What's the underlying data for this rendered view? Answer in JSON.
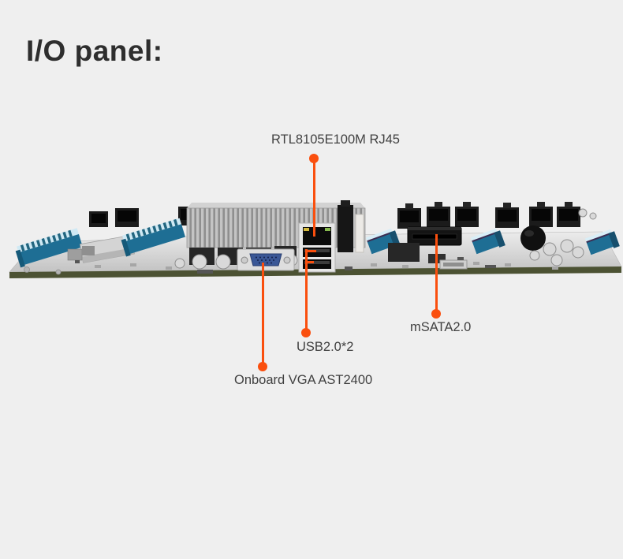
{
  "theme": {
    "background": "#efefef",
    "accent": "#fa4f0e",
    "title_color": "#2e2e2e",
    "label_color": "#414141",
    "pcb_edge_color": "#4c5233",
    "slot_blue": "#1e6e94"
  },
  "title": "I/O panel:",
  "callouts": {
    "rj45": {
      "label": "RTL8105E100M RJ45"
    },
    "usb": {
      "label": "USB2.0*2"
    },
    "vga": {
      "label": "Onboard VGA AST2400"
    },
    "msata": {
      "label": "mSATA2.0"
    }
  }
}
